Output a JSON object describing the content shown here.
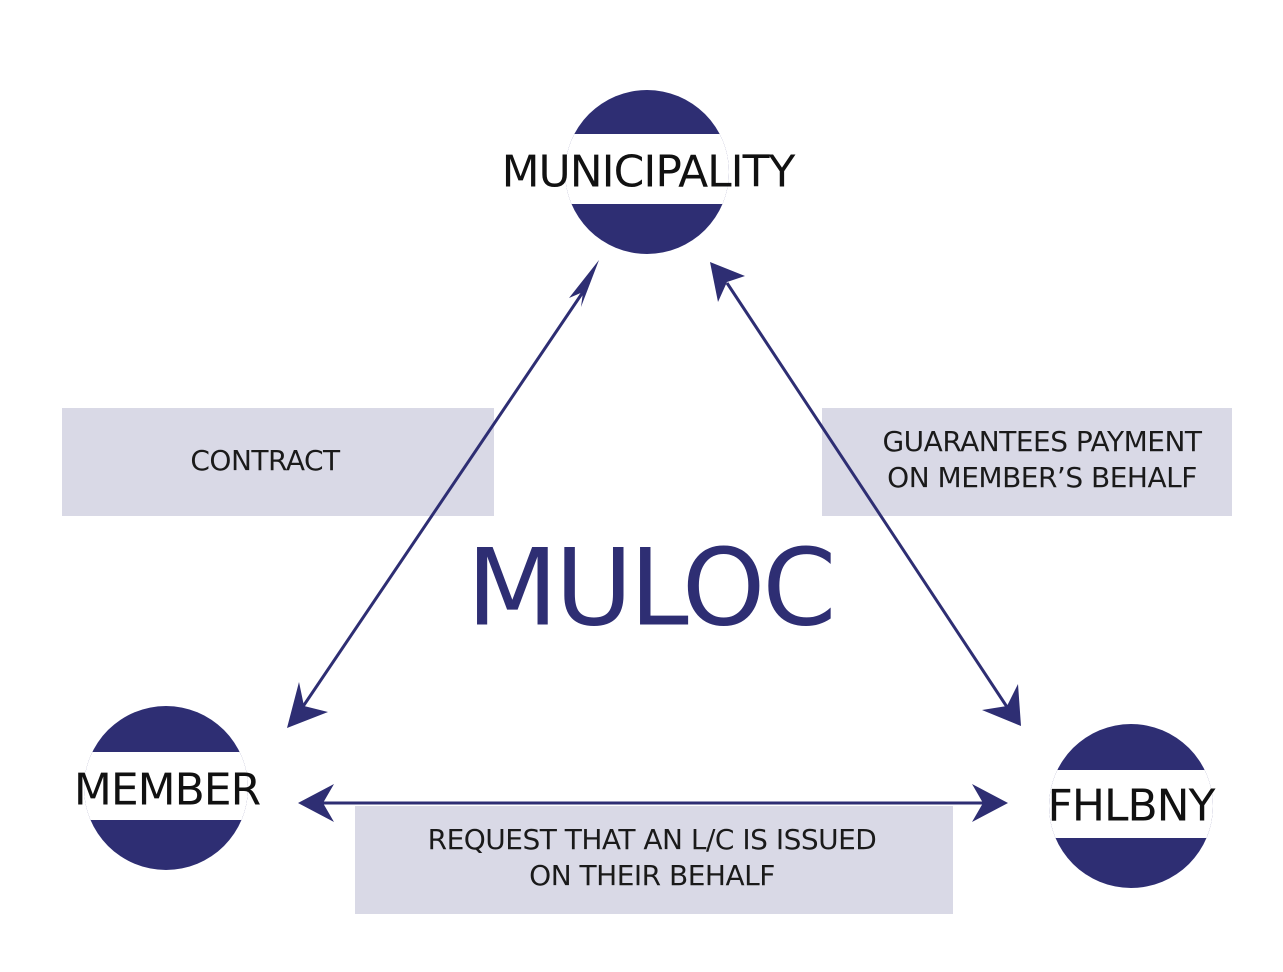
{
  "title": "MULOC",
  "colors": {
    "navy": "#2e2e73",
    "band": "#d9d9e6",
    "text": "#111111",
    "background": "#ffffff"
  },
  "nodes": {
    "municipality": "MUNICIPALITY",
    "member": "MEMBER",
    "fhlbny": "FHLBNY"
  },
  "edges": {
    "contract": "CONTRACT",
    "guarantee": {
      "line1": "GUARANTEES PAYMENT",
      "line2": "ON MEMBER’S BEHALF"
    },
    "request": {
      "line1": "REQUEST THAT AN L/C IS ISSUED",
      "line2": "ON THEIR BEHALF"
    }
  }
}
